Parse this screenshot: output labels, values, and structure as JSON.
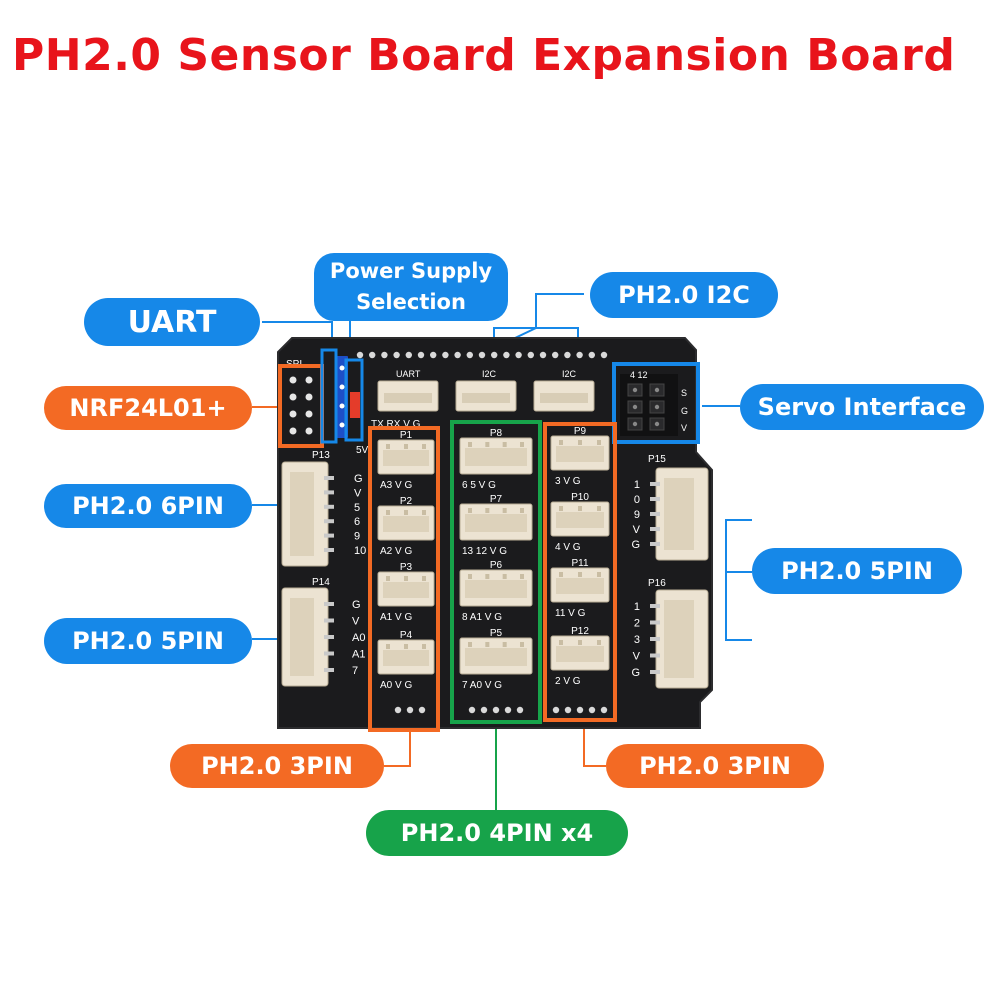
{
  "title": "PH2.0 Sensor Board Expansion Board",
  "colors": {
    "title": "#e8141b",
    "blue": "#1688e8",
    "orange": "#f36a24",
    "green": "#17a34a",
    "pcb": "#1b1b1d",
    "connector": "#ece3d2"
  },
  "callouts": {
    "power_supply": [
      "Power Supply",
      "Selection"
    ],
    "i2c": "PH2.0 I2C",
    "uart": "UART",
    "nrf": "NRF24L01+",
    "servo": "Servo Interface",
    "pin6": "PH2.0 6PIN",
    "pin5_left": "PH2.0 5PIN",
    "pin5_right": "PH2.0 5PIN",
    "pin3_left": "PH2.0 3PIN",
    "pin3_right": "PH2.0 3PIN",
    "pin4": "PH2.0 4PIN x4"
  },
  "board": {
    "header_labels": {
      "spi": "SPI",
      "uart": "UART",
      "i2c_1": "I2C",
      "i2c_2": "I2C",
      "fivev": "5V"
    },
    "uart_pins": "TX RX V G",
    "servo_pins": {
      "top": "4 12",
      "s": "S",
      "v": "V",
      "g": "G"
    },
    "left_col": [
      {
        "name": "P1",
        "pins": "A3 V G"
      },
      {
        "name": "P2",
        "pins": "A2 V G"
      },
      {
        "name": "P3",
        "pins": "A1 V G"
      },
      {
        "name": "P4",
        "pins": "A0 V G"
      }
    ],
    "mid_col": [
      {
        "name": "P8",
        "pins": "6 5 V G"
      },
      {
        "name": "P7",
        "pins": "13 12 V G"
      },
      {
        "name": "P6",
        "pins": "8 A1 V G"
      },
      {
        "name": "P5",
        "pins": "7 A0 V G"
      }
    ],
    "right_col": [
      {
        "name": "P9",
        "pins": "3 V G"
      },
      {
        "name": "P10",
        "pins": "4 V G"
      },
      {
        "name": "P11",
        "pins": "11 V G"
      },
      {
        "name": "P12",
        "pins": "2 V G"
      }
    ],
    "p13": {
      "name": "P13",
      "pins": [
        "G",
        "V",
        "5",
        "6",
        "9",
        "10"
      ]
    },
    "p14": {
      "name": "P14",
      "pins": [
        "G",
        "V",
        "A0",
        "A1",
        "7"
      ]
    },
    "p15": {
      "name": "P15",
      "pins": [
        "1",
        "0",
        "9",
        "V",
        "G"
      ]
    },
    "p16": {
      "name": "P16",
      "pins": [
        "1",
        "2",
        "3",
        "V",
        "G"
      ]
    }
  }
}
